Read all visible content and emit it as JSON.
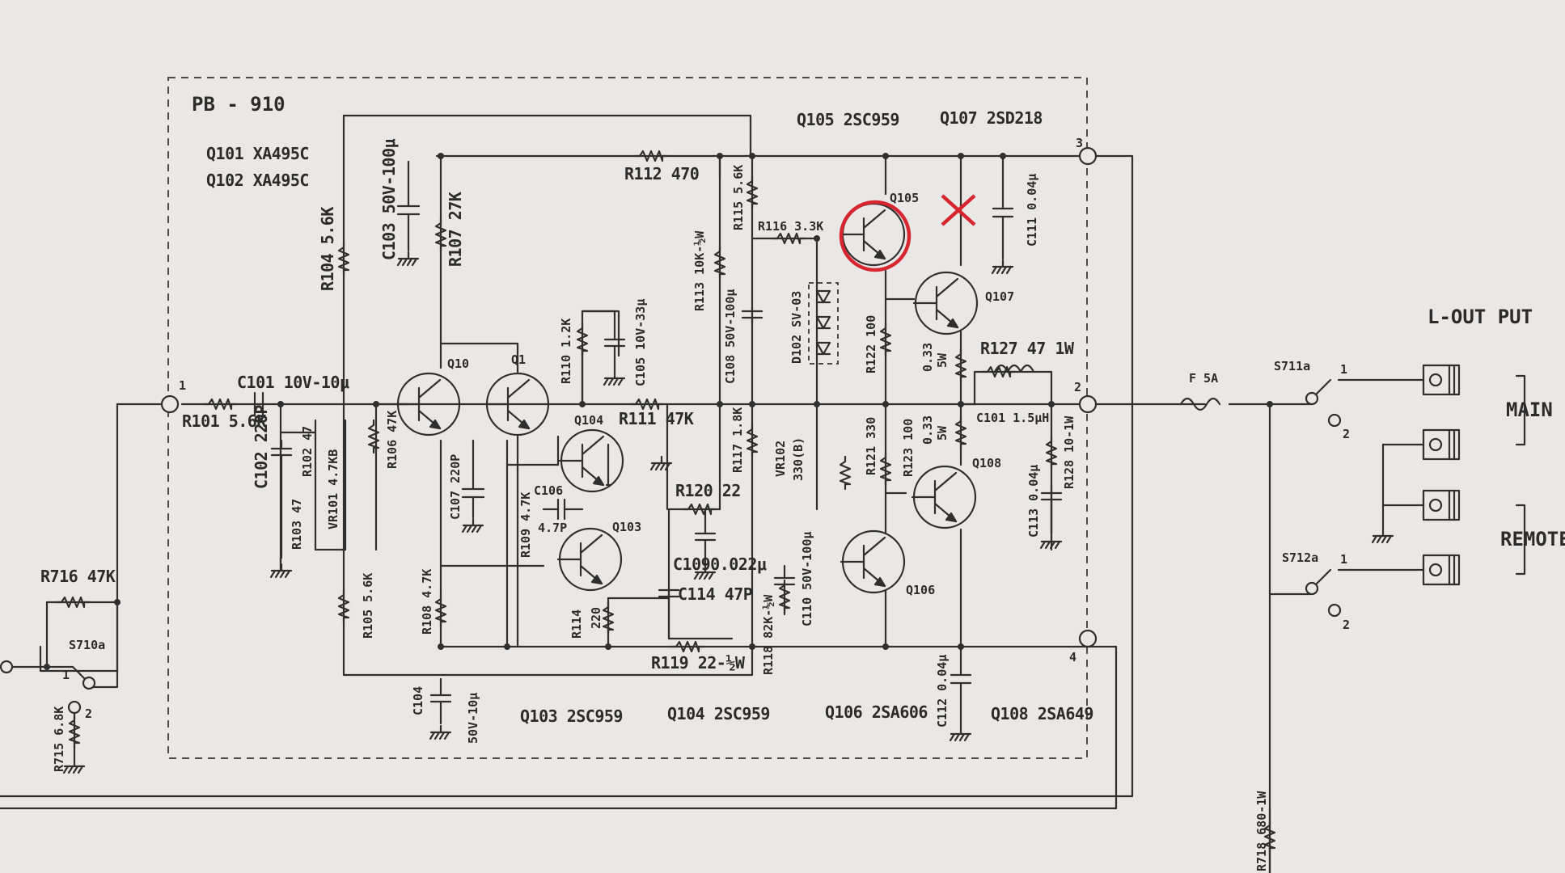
{
  "board": {
    "name": "PB - 910",
    "q101": "Q101 XA495C",
    "q102": "Q102 XA495C"
  },
  "transistors_top": {
    "q105_type": "Q105 2SC959",
    "q107_type": "Q107 2SD218"
  },
  "transistors_bottom": {
    "q103_type": "Q103 2SC959",
    "q104_type": "Q104 2SC959",
    "q106_type": "Q106 2SA606",
    "q108_type": "Q108 2SA649"
  },
  "transistor_tags": {
    "q10": "Q10",
    "q1": "Q1",
    "q104": "Q104",
    "q103": "Q103",
    "q105": "Q105",
    "q107": "Q107",
    "q108": "Q108",
    "q106": "Q106"
  },
  "components": {
    "r101": "R101 5.6K",
    "c101": "C101 10V-10μ",
    "c102": "C102 220P",
    "r102": "R102 47",
    "r103": "R103 47",
    "vr101": "VR101 4.7KB",
    "r104": "R104 5.6K",
    "r105": "R105 5.6K",
    "r106": "R106 47K",
    "c103": "C103 50V-100μ",
    "r107": "R107 27K",
    "c107": "C107 220P",
    "r108": "R108 4.7K",
    "c104a": "C104",
    "c104b": "50V-10μ",
    "r109": "R109 4.7K",
    "c106": "C106",
    "c106v": "4.7P",
    "r110": "R110 1.2K",
    "c105": "C105 10V-33μ",
    "r111": "R111 47K",
    "r112": "R112 470",
    "r113": "R113 10K-½W",
    "c108": "C108 50V-100μ",
    "r114a": "R114",
    "r114b": "220",
    "r120": "R120 22",
    "c109": "C1090.022μ",
    "c114": "C114 47P",
    "r119": "R119 22-½W",
    "r115": "R115 5.6K",
    "r116": "R116 3.3K",
    "d102": "D102 SV-03",
    "r117": "R117 1.8K",
    "vr102a": "VR102",
    "vr102b": "330(B)",
    "r118": "R118 82K-½W",
    "c110": "C110 50V-100μ",
    "r122": "R122 100",
    "r121": "R121 330",
    "r123": "R123 100",
    "r124a": "0.33",
    "r124b": "5W",
    "r125a": "0.33",
    "r125b": "5W",
    "r127": "R127 47 1W",
    "c101b": "C101 1.5μH",
    "r128": "R128 10-1W",
    "c111": "C111 0.04μ",
    "c113": "C113 0.04μ",
    "c112": "C112 0.04μ",
    "r716": "R716 47K",
    "s710": "S710a",
    "r715": "R715 6.8K",
    "fuse": "F 5A",
    "s711": "S711a",
    "s712": "S712a",
    "r718": "R718 680-1W"
  },
  "output": {
    "title": "L-OUT PUT",
    "main": "MAIN",
    "remote": "REMOTE"
  },
  "terminals": {
    "t1": "1",
    "t2": "2",
    "t3": "3",
    "t4": "4",
    "s1": "1",
    "s2": "2",
    "s711_1": "1",
    "s711_2": "2",
    "s712_1": "1",
    "s712_2": "2"
  },
  "colors": {
    "annotation": "#d7262f",
    "ink": "#2f2f2f",
    "paper": "#e9e8e6"
  }
}
